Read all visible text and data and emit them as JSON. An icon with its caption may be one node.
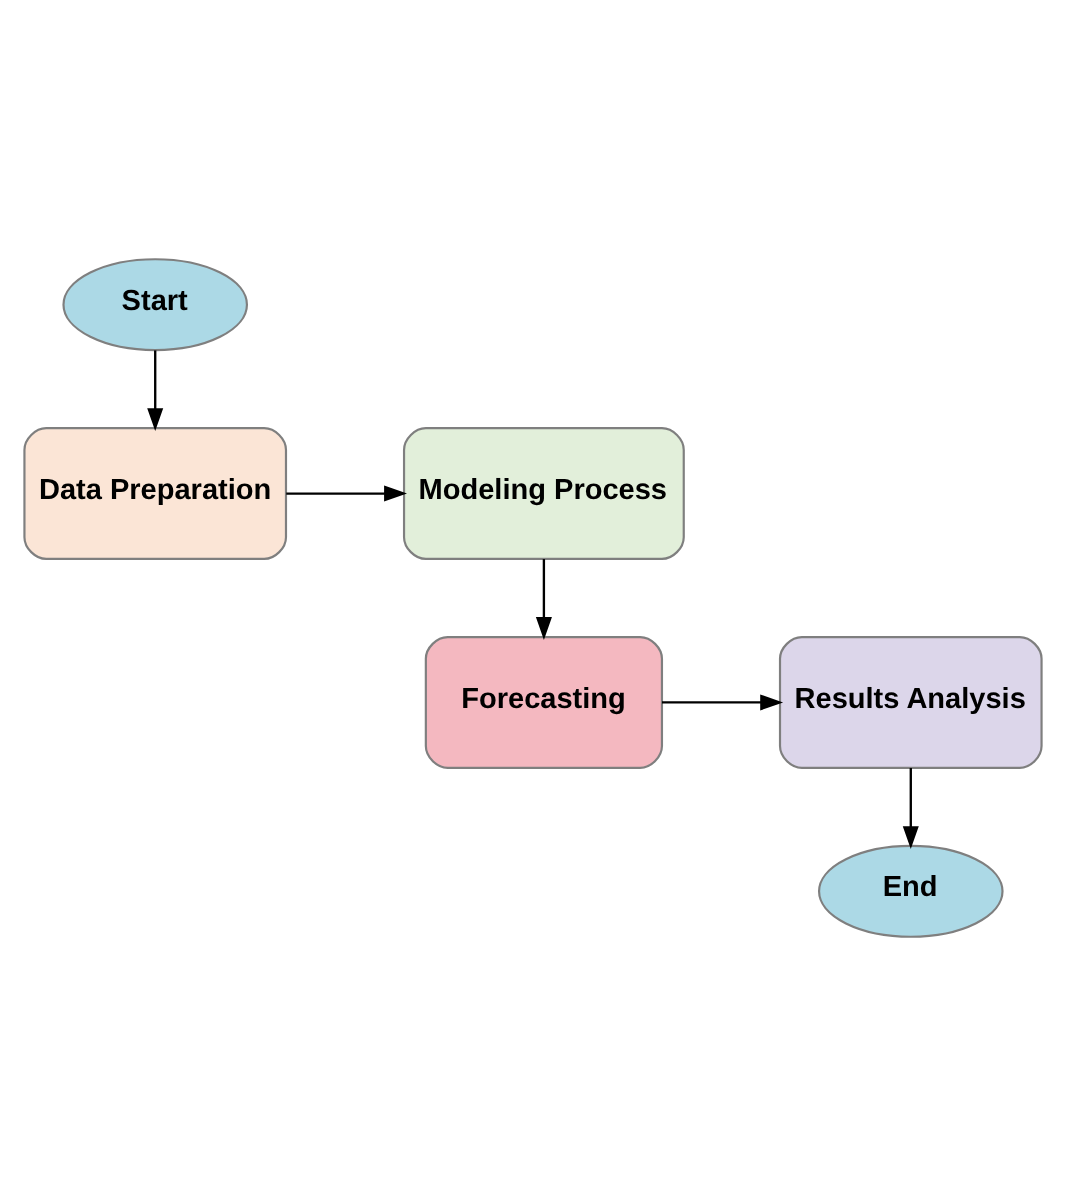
{
  "diagram": {
    "nodes": [
      {
        "text": [
          "Start"
        ]
      },
      {
        "text": [
          "Data Preparation"
        ]
      },
      {
        "text": [
          "Modeling Process"
        ]
      },
      {
        "text": [
          "Forecasting"
        ]
      },
      {
        "text": [
          "Results Analysis"
        ]
      },
      {
        "text": [
          "End"
        ]
      }
    ],
    "edges": [
      {
        "from": 0,
        "to": 1,
        "arrow": "to"
      },
      {
        "from": 1,
        "to": 2,
        "arrow": "to"
      },
      {
        "from": 2,
        "to": 3,
        "arrow": "to"
      },
      {
        "from": 3,
        "to": 4,
        "arrow": "to"
      },
      {
        "from": 4,
        "to": 5,
        "arrow": "to"
      }
    ]
  }
}
